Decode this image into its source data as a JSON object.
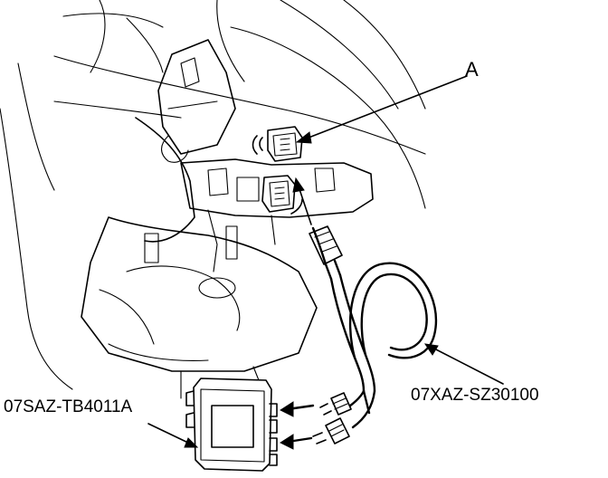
{
  "callouts": {
    "connector": "A",
    "cable": "07XAZ-SZ30100",
    "box": "07SAZ-TB4011A"
  }
}
